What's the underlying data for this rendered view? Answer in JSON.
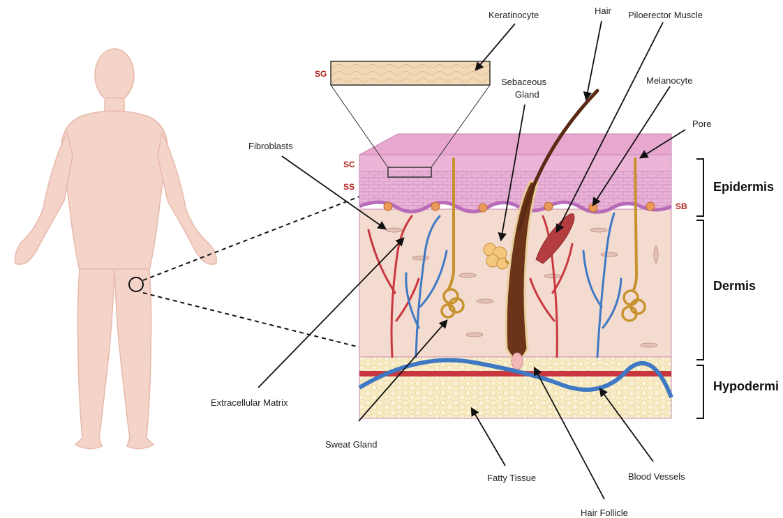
{
  "labels": {
    "keratinocyte": "Keratinocyte",
    "hair": "Hair",
    "piloerector": "Piloerector  Muscle",
    "melanocyte": "Melanocyte",
    "sebaceous_1": "Sebaceous",
    "sebaceous_2": "Gland",
    "pore": "Pore",
    "fibroblasts": "Fibroblasts",
    "extracellular_matrix": "Extracellular Matrix",
    "sweat_gland": "Sweat Gland",
    "fatty_tissue": "Fatty Tissue",
    "blood_vessels": "Blood Vessels",
    "hair_follicle": "Hair Follicle"
  },
  "layers": {
    "sg": "SG",
    "sc": "SC",
    "ss": "SS",
    "sb": "SB",
    "epidermis": "Epidermis",
    "dermis": "Dermis",
    "hypodermis": "Hypodermi"
  },
  "colors": {
    "skin_tone": "#f4d3c8",
    "layer_label": "#b0201a",
    "artery": "#c9373f",
    "vein": "#3f78c4",
    "hair": "#5a2a14",
    "fat": "#f5e6b8"
  }
}
